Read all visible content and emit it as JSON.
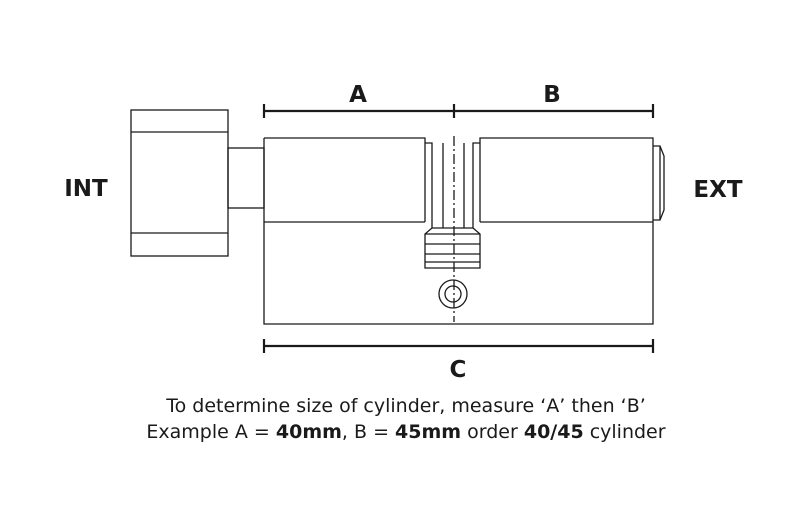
{
  "labels": {
    "a": "A",
    "b": "B",
    "c": "C",
    "int": "INT",
    "ext": "EXT"
  },
  "caption": {
    "line1": "To determine size of cylinder, measure ‘A’ then ‘B’",
    "line2_prefix": "Example A = ",
    "line2_a_value": "40mm",
    "line2_mid": ", B = ",
    "line2_b_value": "45mm",
    "line2_order": " order ",
    "line2_size": "40/45",
    "line2_suffix": " cylinder"
  },
  "colors": {
    "line": "#1a1a1a",
    "background": "#ffffff"
  }
}
